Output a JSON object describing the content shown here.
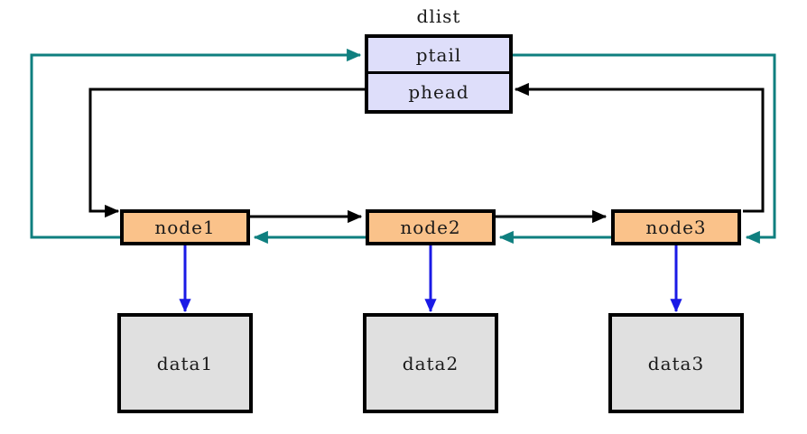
{
  "diagram": {
    "title": "dlist",
    "type": "doubly-linked-circular-list",
    "colors": {
      "next_pointer": "#000000",
      "prev_pointer": "#0f7f7f",
      "data_pointer": "#1a1ae6",
      "struct_fill": "#dedefa",
      "node_fill": "#fac28a",
      "data_fill": "#e0e0e0",
      "border": "#000000"
    },
    "struct": {
      "label": "dlist",
      "fields": [
        {
          "name": "ptail",
          "label": "ptail"
        },
        {
          "name": "phead",
          "label": "phead"
        }
      ]
    },
    "nodes": [
      {
        "name": "node1",
        "label": "node1",
        "data_label": "data1"
      },
      {
        "name": "node2",
        "label": "node2",
        "data_label": "data2"
      },
      {
        "name": "node3",
        "label": "node3",
        "data_label": "data3"
      }
    ],
    "edges": [
      {
        "from": "phead",
        "to": "node1",
        "kind": "next",
        "color": "#000000"
      },
      {
        "from": "node1",
        "to": "node2",
        "kind": "next",
        "color": "#000000"
      },
      {
        "from": "node2",
        "to": "node3",
        "kind": "next",
        "color": "#000000"
      },
      {
        "from": "node3",
        "to": "phead",
        "kind": "next",
        "color": "#000000"
      },
      {
        "from": "node1",
        "to": "ptail",
        "kind": "prev",
        "color": "#0f7f7f"
      },
      {
        "from": "node2",
        "to": "node1",
        "kind": "prev",
        "color": "#0f7f7f"
      },
      {
        "from": "node3",
        "to": "node2",
        "kind": "prev",
        "color": "#0f7f7f"
      },
      {
        "from": "ptail",
        "to": "node3",
        "kind": "prev",
        "color": "#0f7f7f"
      },
      {
        "from": "node1",
        "to": "data1",
        "kind": "data",
        "color": "#1a1ae6"
      },
      {
        "from": "node2",
        "to": "data2",
        "kind": "data",
        "color": "#1a1ae6"
      },
      {
        "from": "node3",
        "to": "data3",
        "kind": "data",
        "color": "#1a1ae6"
      }
    ]
  }
}
